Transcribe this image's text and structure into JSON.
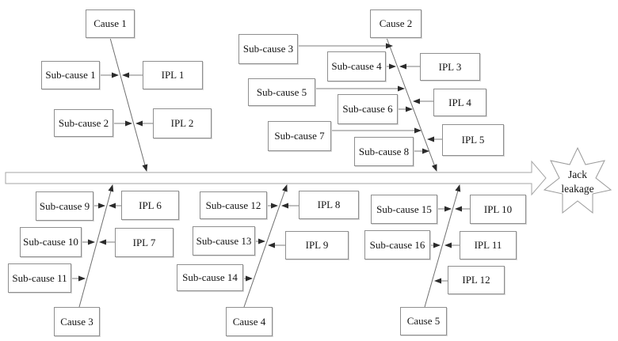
{
  "effect": {
    "label": "Jack leakage"
  },
  "causes": [
    {
      "label": "Cause 1"
    },
    {
      "label": "Cause 2"
    },
    {
      "label": "Cause 3"
    },
    {
      "label": "Cause 4"
    },
    {
      "label": "Cause 5"
    }
  ],
  "sub_causes": [
    {
      "label": "Sub-cause 1"
    },
    {
      "label": "Sub-cause 2"
    },
    {
      "label": "Sub-cause 3"
    },
    {
      "label": "Sub-cause 4"
    },
    {
      "label": "Sub-cause 5"
    },
    {
      "label": "Sub-cause 6"
    },
    {
      "label": "Sub-cause 7"
    },
    {
      "label": "Sub-cause 8"
    },
    {
      "label": "Sub-cause 9"
    },
    {
      "label": "Sub-cause 10"
    },
    {
      "label": "Sub-cause 11"
    },
    {
      "label": "Sub-cause 12"
    },
    {
      "label": "Sub-cause 13"
    },
    {
      "label": "Sub-cause 14"
    },
    {
      "label": "Sub-cause 15"
    },
    {
      "label": "Sub-cause 16"
    }
  ],
  "ipls": [
    {
      "label": "IPL 1"
    },
    {
      "label": "IPL 2"
    },
    {
      "label": "IPL 3"
    },
    {
      "label": "IPL 4"
    },
    {
      "label": "IPL 5"
    },
    {
      "label": "IPL 6"
    },
    {
      "label": "IPL 7"
    },
    {
      "label": "IPL 8"
    },
    {
      "label": "IPL 9"
    },
    {
      "label": "IPL 10"
    },
    {
      "label": "IPL 11"
    },
    {
      "label": "IPL 12"
    }
  ],
  "colors": {
    "box_border": "#8f8f8f",
    "line": "#7d7d7d",
    "arrowhead": "#2b2b2b",
    "spine_outline": "#a6a6a6"
  }
}
